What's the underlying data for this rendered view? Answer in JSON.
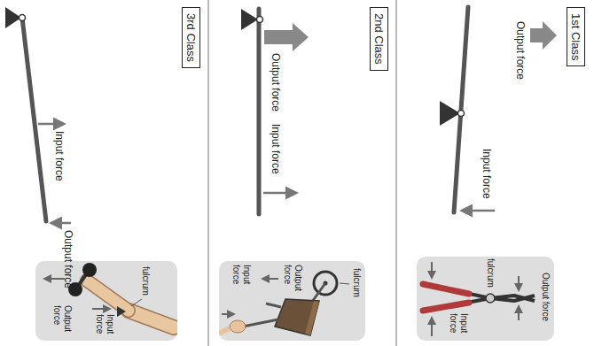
{
  "diagram": {
    "nodes": [
      {
        "text": [
          "1st Class"
        ]
      },
      {
        "text": [
          "Output force",
          "fulcrum",
          "Input force"
        ]
      },
      {
        "text": [
          "2nd Class"
        ]
      },
      {
        "text": [
          "fulcrum",
          "Output force",
          "Input force"
        ]
      },
      {
        "text": [
          "3rd Class"
        ]
      },
      {
        "text": [
          "fulcrum",
          "Input force",
          "Output force"
        ]
      }
    ],
    "labels": [
      "Output force",
      "Input force",
      "Output force",
      "Input force",
      "Input force",
      "Output force"
    ]
  }
}
